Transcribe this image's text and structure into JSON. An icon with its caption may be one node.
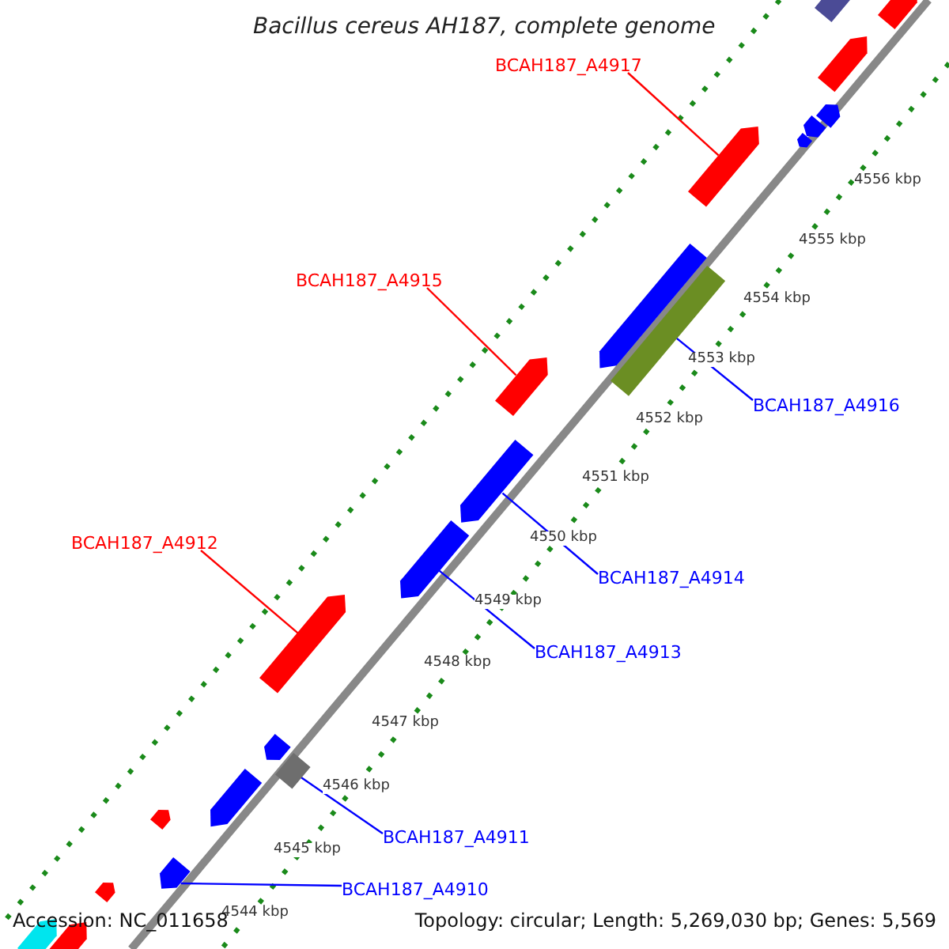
{
  "diagram": {
    "title": "Bacillus cereus AH187, complete genome",
    "nodes": [
      {
        "text": [
          "BCAH187_A4917"
        ]
      },
      {
        "text": [],
        "shape": "arrow"
      },
      {
        "text": [
          "BCAH187_A4915"
        ]
      },
      {
        "text": [],
        "shape": "arrow"
      },
      {
        "text": [
          "BCAH187_A4916"
        ]
      },
      {
        "text": [],
        "shape": "bar"
      },
      {
        "text": [
          "BCAH187_A4912"
        ]
      },
      {
        "text": [],
        "shape": "arrow"
      },
      {
        "text": [
          "BCAH187_A4914"
        ]
      },
      {
        "text": [],
        "shape": "arrow"
      },
      {
        "text": [
          "BCAH187_A4913"
        ]
      },
      {
        "text": [],
        "shape": "arrow"
      },
      {
        "text": [
          "BCAH187_A4911"
        ]
      },
      {
        "text": [],
        "shape": "bar"
      },
      {
        "text": [
          "BCAH187_A4910"
        ]
      },
      {
        "text": [],
        "shape": "arrow"
      },
      {
        "text": [],
        "shape": "arrow"
      },
      {
        "text": [],
        "shape": "bar"
      },
      {
        "text": [],
        "shape": "arrow"
      },
      {
        "text": [],
        "shape": "arrow"
      },
      {
        "text": [],
        "shape": "arrow"
      },
      {
        "text": [],
        "shape": "arrow"
      },
      {
        "text": [],
        "shape": "arrow"
      },
      {
        "text": [],
        "shape": "arrow"
      },
      {
        "text": [],
        "shape": "arrow"
      },
      {
        "text": [],
        "shape": "arrow"
      },
      {
        "text": [],
        "shape": "arrow"
      },
      {
        "text": [],
        "shape": "arrow"
      },
      {
        "text": [],
        "shape": "arrow"
      }
    ],
    "edges": [
      {
        "from": 0,
        "to": 1,
        "arrow": "none",
        "color": "#ff0000"
      },
      {
        "from": 2,
        "to": 3,
        "arrow": "none",
        "color": "#ff0000"
      },
      {
        "from": 4,
        "to": 5,
        "arrow": "none",
        "color": "#0000ff"
      },
      {
        "from": 6,
        "to": 7,
        "arrow": "none",
        "color": "#ff0000"
      },
      {
        "from": 8,
        "to": 9,
        "arrow": "none",
        "color": "#0000ff"
      },
      {
        "from": 10,
        "to": 11,
        "arrow": "none",
        "color": "#0000ff"
      },
      {
        "from": 12,
        "to": 13,
        "arrow": "none",
        "color": "#0000ff"
      },
      {
        "from": 14,
        "to": 15,
        "arrow": "none",
        "color": "#0000ff"
      }
    ],
    "labels": [
      "4556 kbp",
      "4555 kbp",
      "4554 kbp",
      "4553 kbp",
      "4552 kbp",
      "4551 kbp",
      "4550 kbp",
      "4549 kbp",
      "4548 kbp",
      "4547 kbp",
      "4546 kbp",
      "4545 kbp",
      "4544 kbp",
      "Accession: NC_011658",
      "Topology: circular; Length: 5,269,030 bp; Genes: 5,569"
    ]
  }
}
